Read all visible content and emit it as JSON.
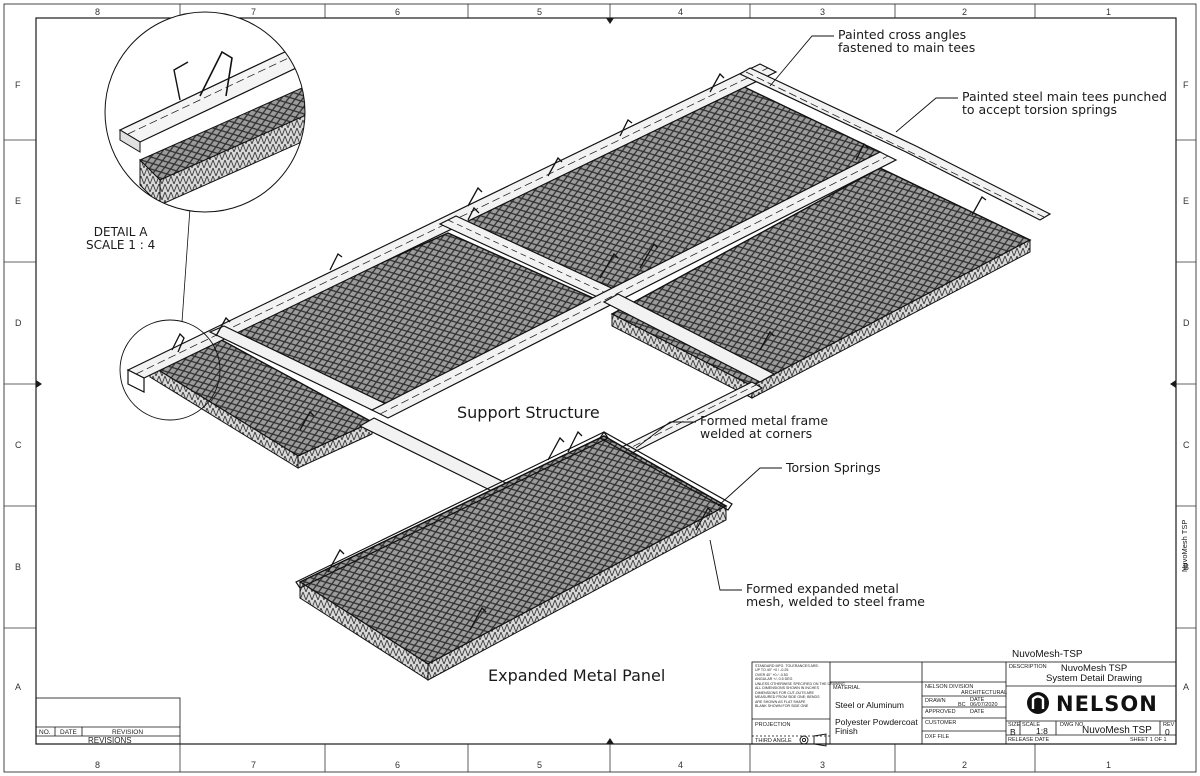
{
  "zones": {
    "top": [
      "8",
      "7",
      "6",
      "5",
      "4",
      "3",
      "2",
      "1"
    ],
    "left": [
      "F",
      "E",
      "D",
      "C",
      "B",
      "A"
    ]
  },
  "callouts": {
    "cross_angles": [
      "Painted cross angles",
      "fastened to main tees"
    ],
    "main_tees": [
      "Painted steel main tees punched",
      "to accept torsion springs"
    ],
    "frame": [
      "Formed metal frame",
      "welded at corners"
    ],
    "springs": "Torsion Springs",
    "mesh": [
      "Formed expanded metal",
      "mesh, welded to steel frame"
    ]
  },
  "detail": {
    "name": "DETAIL A",
    "scale": "SCALE 1 : 4"
  },
  "views": {
    "support": "Support Structure",
    "panel": "Expanded Metal Panel"
  },
  "revisions": {
    "no": "NO.",
    "date": "DATE",
    "revision": "REVISION",
    "title": "REVISIONS"
  },
  "title_block": {
    "product_heading": "NuvoMesh-TSP",
    "description_label": "DESCRIPTION",
    "description": [
      "NuvoMesh TSP",
      "System Detail Drawing"
    ],
    "notes": [
      "STANDARD MFG. TOLERANCES ARE:",
      "UP TO 40\" +0 / -0.25",
      "OVER 40\" +0 / -0.50",
      "ANGULAR +/- 0.5 DEG",
      "UNLESS OTHERWISE SPECIFIED ON THE DRAWING",
      "ALL DIMENSIONS SHOWN IN INCHES",
      "DIMENSIONS FOR CUT-OUTS ARE",
      "MEASURED FROM SIDE ONE; BENDS",
      "ARE SHOWN AS FLAT SHAPE",
      "BLANK SHOWN FOR SIDE ONE"
    ],
    "material_label": "MATERIAL",
    "material": "Steel or Aluminum",
    "finish": [
      "Polyester Powdercoat",
      "Finish"
    ],
    "projection_label": "PROJECTION",
    "projection": "THIRD ANGLE",
    "division": [
      "NELSON DIVISION",
      "ARCHITECTURAL"
    ],
    "drawn_label": "DRAWN",
    "drawn_by": "BC",
    "date_label": "DATE",
    "drawn_date": "06/07/2020",
    "approved_label": "APPROVED",
    "customer_label": "CUSTOMER",
    "dxf_label": "DXF FILE",
    "size_label": "SIZE",
    "size": "B",
    "scale_label": "SCALE",
    "scale": "1:8",
    "dwg_label": "DWG NO.",
    "dwg_no": "NuvoMesh TSP",
    "rev_label": "REV",
    "rev": "0",
    "release_label": "RELEASE DATE",
    "sheet": "SHEET 1 OF 1",
    "brand": "NELSON"
  },
  "side_text": "NuvoMesh TSP"
}
